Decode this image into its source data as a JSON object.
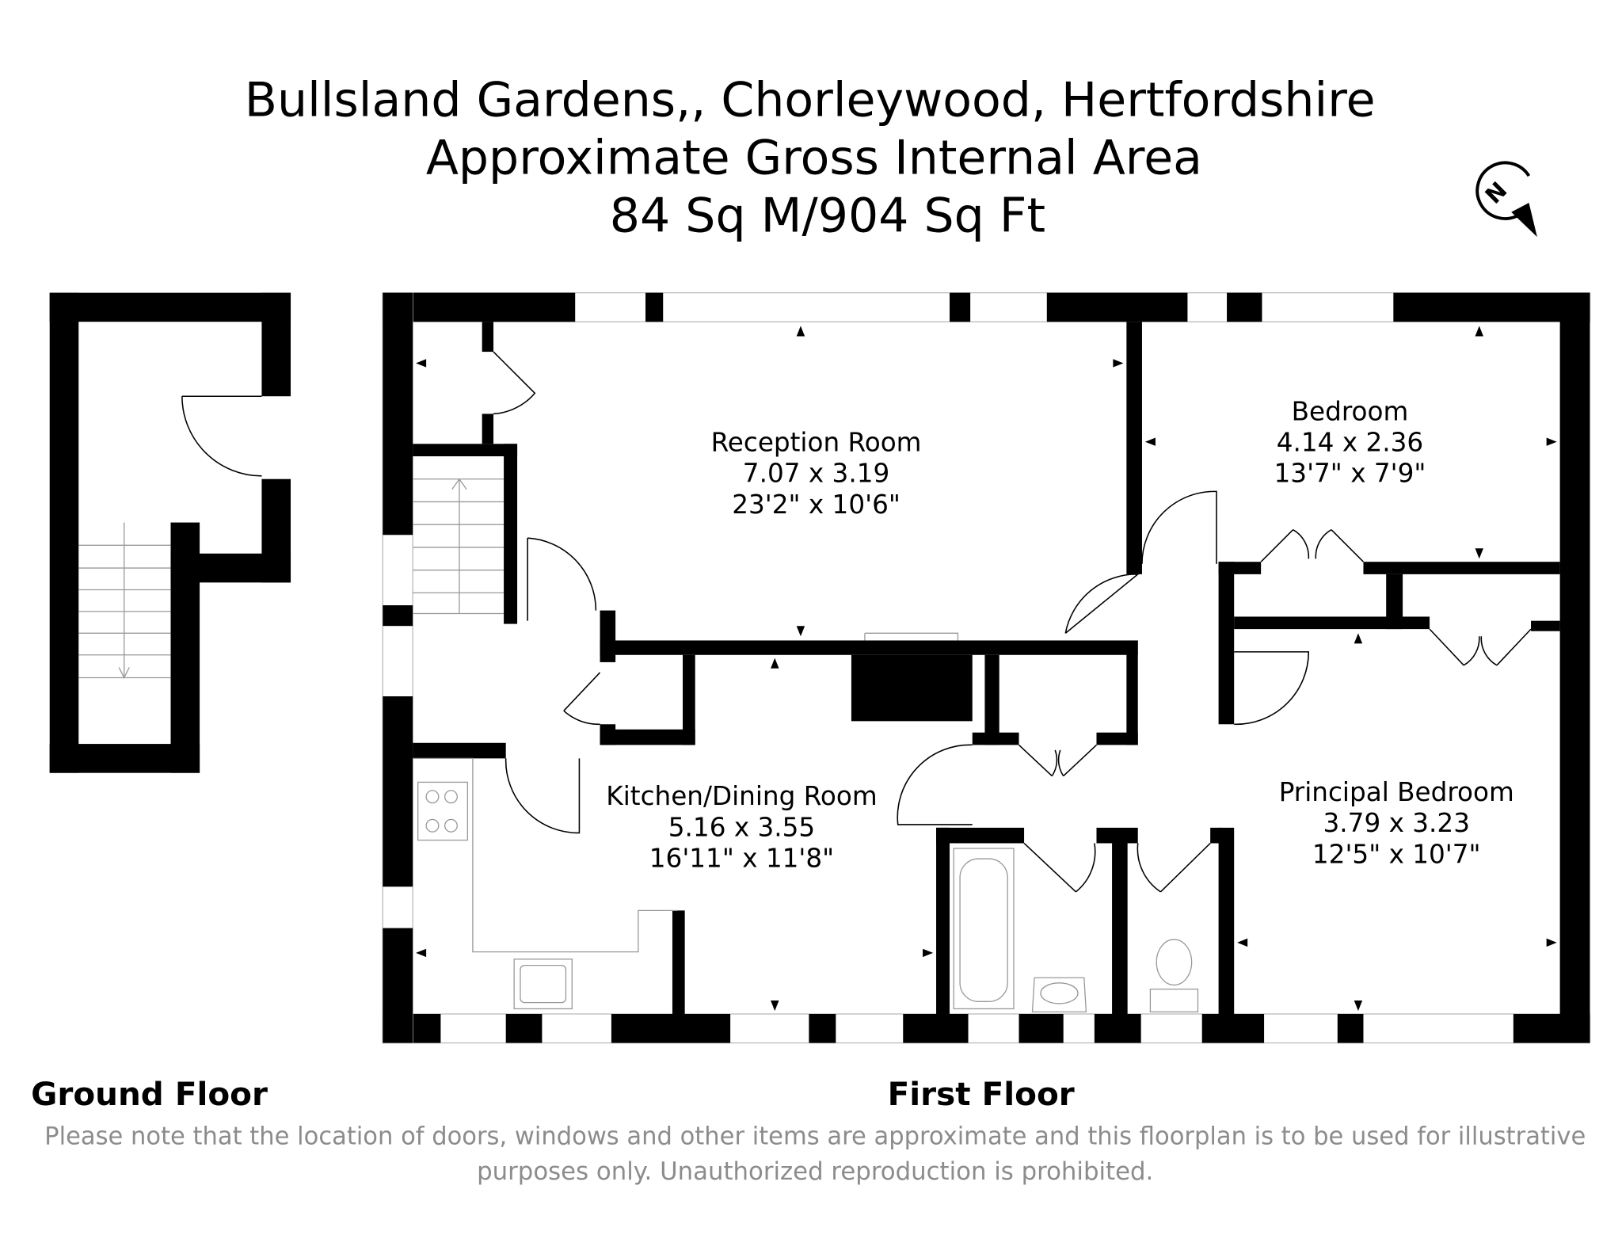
{
  "header": {
    "line1": "Bullsland Gardens,, Chorleywood, Hertfordshire",
    "line2": "Approximate Gross Internal Area",
    "line3": "84 Sq M/904 Sq Ft"
  },
  "compass": {
    "label": "N",
    "icon": "north-arrow-icon"
  },
  "rooms": [
    {
      "name": "Reception Room",
      "metric": "7.07 x 3.19",
      "imperial": "23'2\" x 10'6\""
    },
    {
      "name": "Bedroom",
      "metric": "4.14 x 2.36",
      "imperial": "13'7\" x 7'9\""
    },
    {
      "name": "Kitchen/Dining Room",
      "metric": "5.16 x 3.55",
      "imperial": "16'11\" x 11'8\""
    },
    {
      "name": "Principal Bedroom",
      "metric": "3.79 x 3.23",
      "imperial": "12'5\" x 10'7\""
    }
  ],
  "floors": {
    "ground": "Ground Floor",
    "first": "First Floor"
  },
  "disclaimer": {
    "line1": "Please note that the location of doors, windows and other items are approximate and this floorplan is to be used for illustrative",
    "line2": "purposes only. Unauthorized reproduction is prohibited."
  }
}
